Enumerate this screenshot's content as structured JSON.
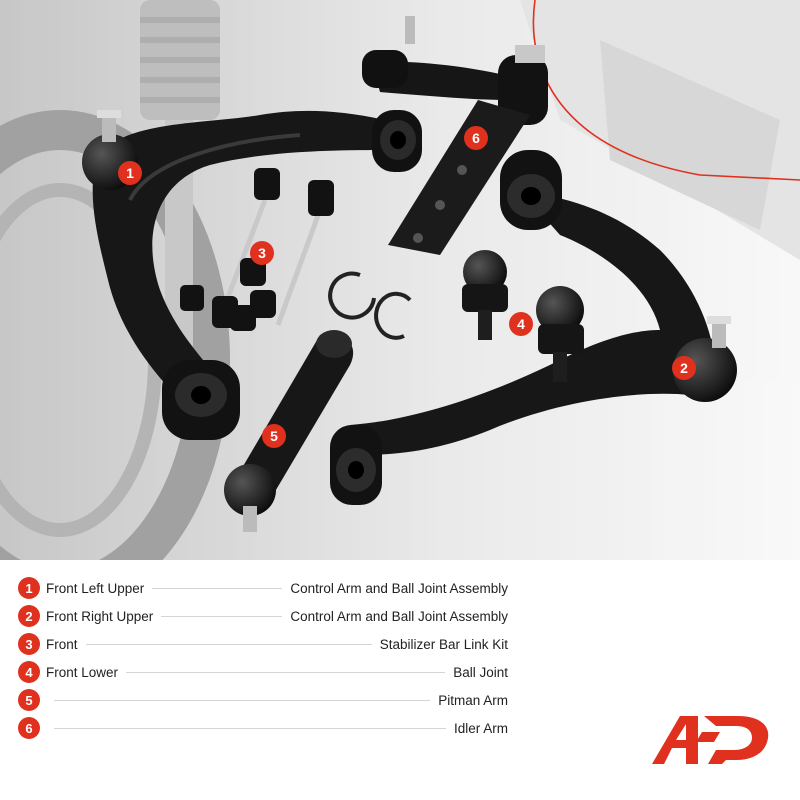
{
  "colors": {
    "accent": "#e0311f",
    "arm": "#161616",
    "background": "#ffffff",
    "scene_bg": "#bdbdbd"
  },
  "callouts": [
    "1",
    "2",
    "3",
    "4",
    "5",
    "6"
  ],
  "legend": [
    {
      "num": "1",
      "left": "Front Left Upper",
      "right": "Control Arm and Ball Joint Assembly"
    },
    {
      "num": "2",
      "left": "Front Right Upper",
      "right": "Control Arm and Ball Joint Assembly"
    },
    {
      "num": "3",
      "left": "Front",
      "right": "Stabilizer Bar Link Kit"
    },
    {
      "num": "4",
      "left": "Front Lower",
      "right": "Ball Joint"
    },
    {
      "num": "5",
      "left": "",
      "right": "Pitman Arm"
    },
    {
      "num": "6",
      "left": "",
      "right": "Idler Arm"
    }
  ],
  "logo": {
    "icon": "a-premium-logo-icon"
  }
}
